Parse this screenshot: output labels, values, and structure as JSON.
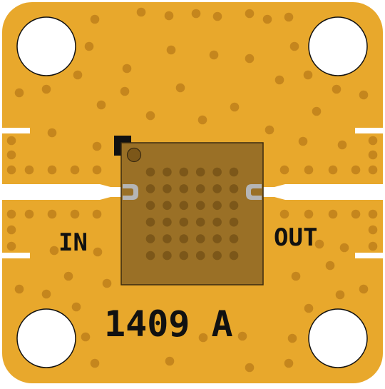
{
  "board": {
    "input_label": "IN",
    "output_label": "OUT",
    "part_marking": "1409 A"
  },
  "colors": {
    "board": "#E8A82C",
    "via": "#C5861D",
    "chip": "#9A7026",
    "chip_pad": "#7C5719",
    "chip_outline": "#3a2a10",
    "trace": "#FFFFFF",
    "pin_pad": "#B5B5B5",
    "silkscreen": "#111111"
  },
  "icons": {
    "mounting_hole": "mounting-hole-icon",
    "pin1_marker": "pin1-marker-icon",
    "via": "via-icon"
  }
}
